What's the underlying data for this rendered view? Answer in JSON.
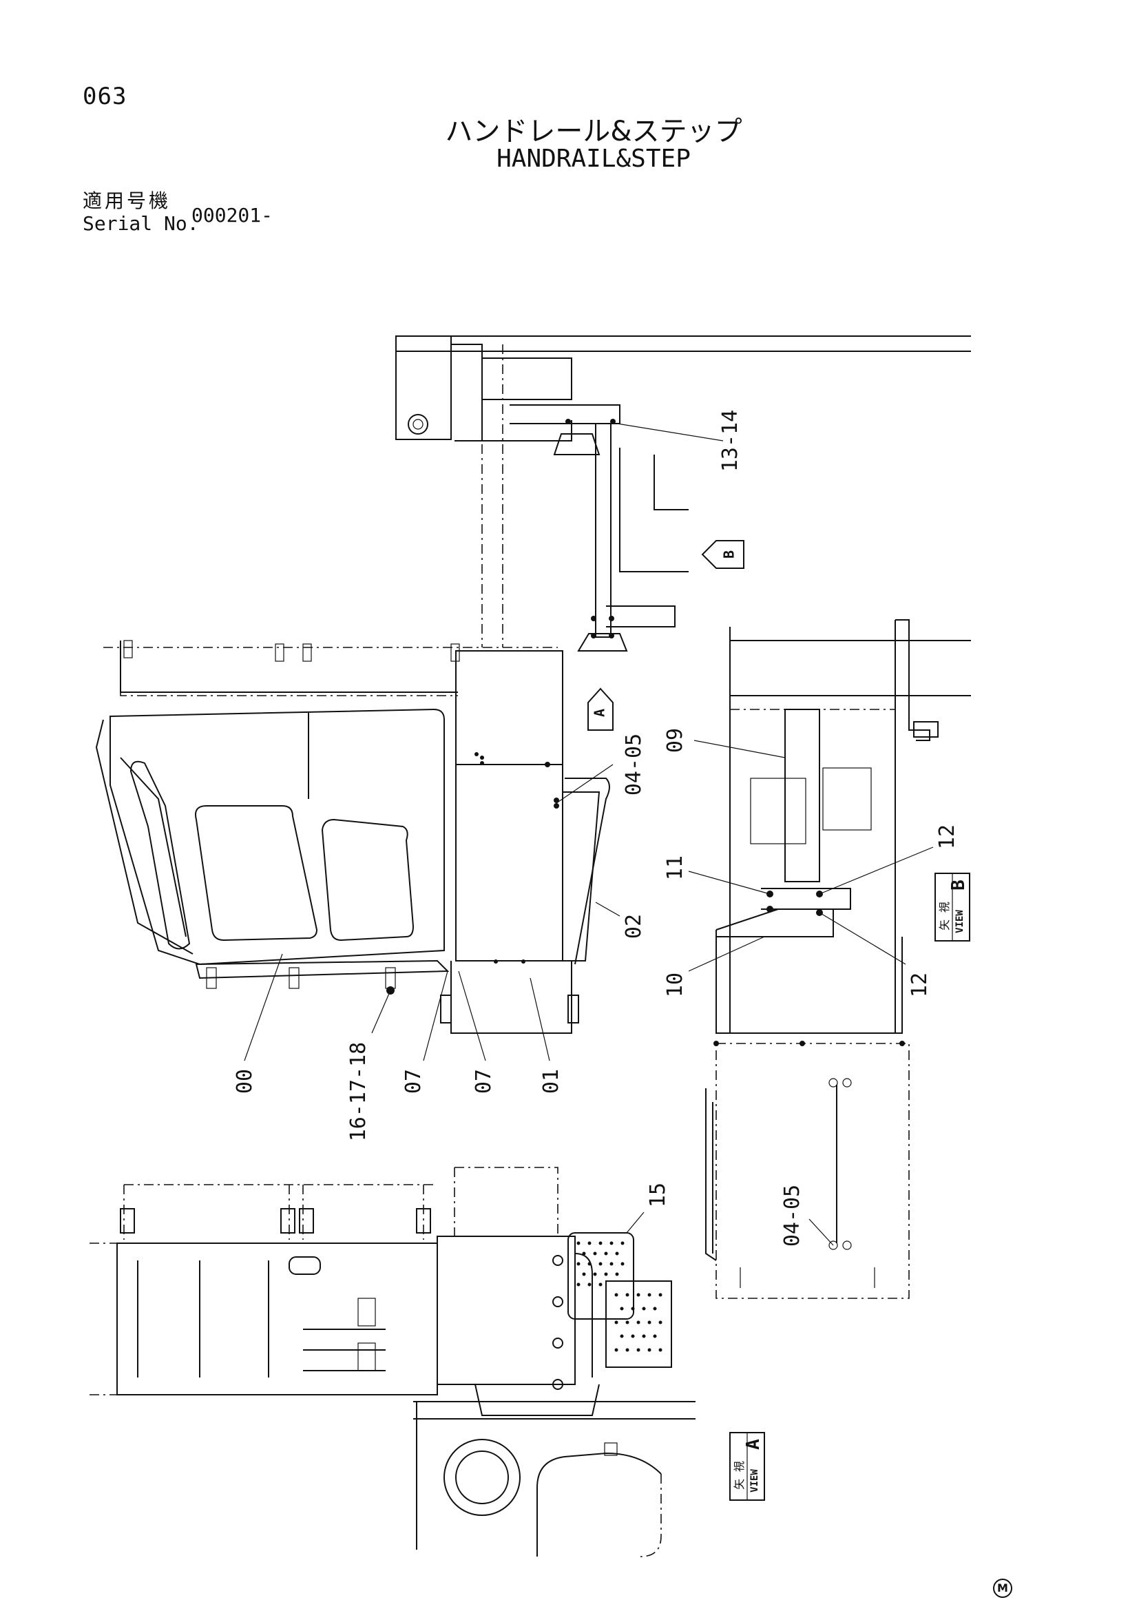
{
  "header": {
    "page_number": "063",
    "title_jp": "ハンドレール&ステップ",
    "title_en": "HANDRAIL&STEP",
    "serial_label_jp": "適用号機",
    "serial_label_en": "Serial No.",
    "serial_value": "000201-"
  },
  "callouts": {
    "c1314": "13-14",
    "c0405a": "04-05",
    "c09": "09",
    "c11": "11",
    "c12a": "12",
    "c12b": "12",
    "c10": "10",
    "c02": "02",
    "c00": "00",
    "c161718": "16-17-18",
    "c07a": "07",
    "c07b": "07",
    "c01": "01",
    "c15": "15",
    "c0405b": "04-05"
  },
  "arrows": {
    "a": "A",
    "b": "B"
  },
  "views": {
    "view_b": {
      "jp": "矢 視",
      "en": "VIEW",
      "letter": "B"
    },
    "view_a": {
      "jp": "矢 視",
      "en": "VIEW",
      "letter": "A"
    }
  },
  "footer_mark": "M"
}
